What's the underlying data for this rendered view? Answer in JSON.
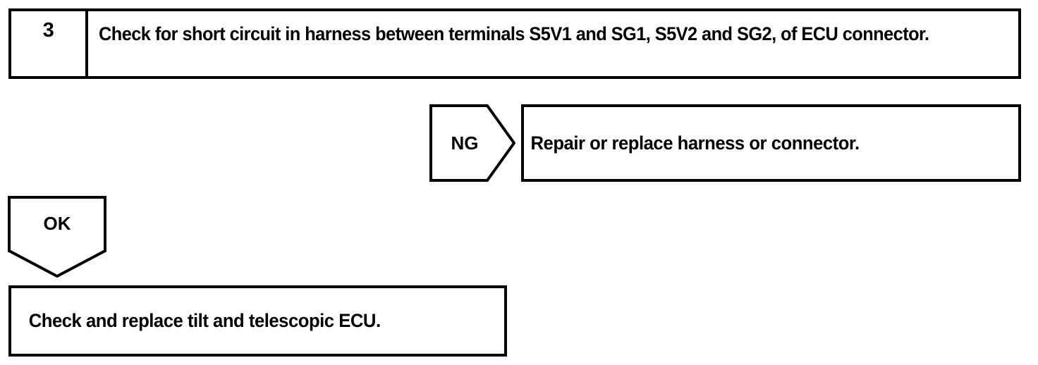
{
  "diagram": {
    "type": "diagnostic-flowchart",
    "stroke_color": "#000000",
    "background_color": "#ffffff",
    "step": {
      "number": "3",
      "instruction": "Check for short circuit in harness between terminals S5V1 and SG1, S5V2 and SG2, of ECU connector."
    },
    "branches": [
      {
        "label": "NG",
        "direction": "right",
        "result": "Repair or replace harness or connector."
      },
      {
        "label": "OK",
        "direction": "down",
        "result": "Check and replace tilt and telescopic ECU."
      }
    ],
    "ng_label": "NG",
    "ng_result": "Repair or replace harness or connector.",
    "ok_label": "OK",
    "ok_result": "Check and replace tilt and telescopic ECU."
  }
}
